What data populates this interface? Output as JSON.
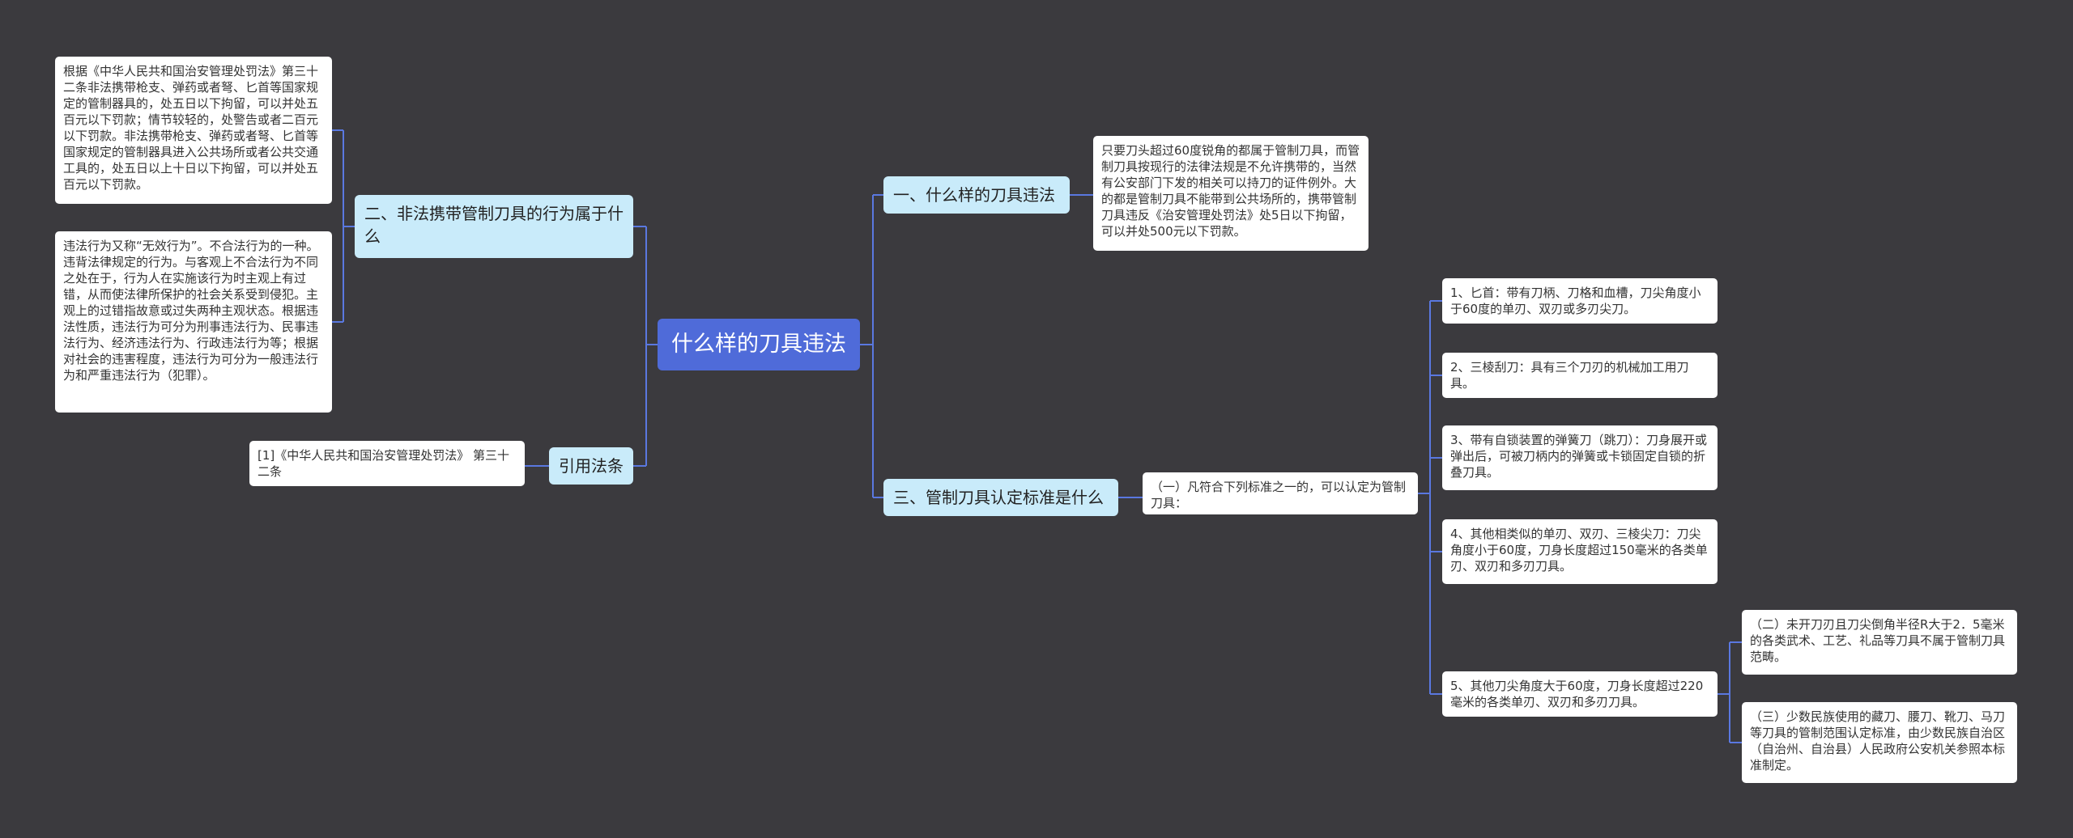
{
  "mindmap": {
    "root": "什么样的刀具违法",
    "topic1": "一、什么样的刀具违法",
    "topic2": "二、非法携带管制刀具的行为属于什么",
    "topic3": "三、管制刀具认定标准是什么",
    "topic_ref": "引用法条",
    "t1_leaf": "只要刀头超过60度锐角的都属于管制刀具，而管制刀具按现行的法律法规是不允许携带的，当然有公安部门下发的相关可以持刀的证件例外。大的都是管制刀具不能带到公共场所的，携带管制刀具违反《治安管理处罚法》处5日以下拘留，可以并处500元以下罚款。",
    "t3_sub": "（一）凡符合下列标准之一的，可以认定为管制刀具：",
    "t3_items": [
      "1、匕首：带有刀柄、刀格和血槽，刀尖角度小于60度的单刃、双刃或多刃尖刀。",
      "2、三棱刮刀：具有三个刀刃的机械加工用刀具。",
      "3、带有自锁装置的弹簧刀（跳刀）：刀身展开或弹出后，可被刀柄内的弹簧或卡锁固定自锁的折叠刀具。",
      "4、其他相类似的单刃、双刃、三棱尖刀：刀尖角度小于60度，刀身长度超过150毫米的各类单刃、双刃和多刃刀具。",
      "5、其他刀尖角度大于60度，刀身长度超过220毫米的各类单刃、双刃和多刃刀具。"
    ],
    "t3_sub_items": [
      "（二）未开刀刃且刀尖倒角半径R大于2．5毫米的各类武术、工艺、礼品等刀具不属于管制刀具范畴。",
      "（三）少数民族使用的藏刀、腰刀、靴刀、马刀等刀具的管制范围认定标准，由少数民族自治区（自治州、自治县）人民政府公安机关参照本标准制定。"
    ],
    "t2_leaf1": "根据《中华人民共和国治安管理处罚法》第三十二条非法携带枪支、弹药或者弩、匕首等国家规定的管制器具的，处五日以下拘留，可以并处五百元以下罚款；情节较轻的，处警告或者二百元以下罚款。非法携带枪支、弹药或者弩、匕首等国家规定的管制器具进入公共场所或者公共交通工具的，处五日以上十日以下拘留，可以并处五百元以下罚款。",
    "t2_leaf2": "违法行为又称“无效行为”。不合法行为的一种。违背法律规定的行为。与客观上不合法行为不同之处在于，行为人在实施该行为时主观上有过错，从而使法律所保护的社会关系受到侵犯。主观上的过错指故意或过失两种主观状态。根据违法性质，违法行为可分为刑事违法行为、民事违法行为、经济违法行为、行政违法行为等；根据对社会的违害程度，违法行为可分为一般违法行为和严重违法行为（犯罪）。",
    "ref_leaf": "[1]《中华人民共和国治安管理处罚法》 第三十二条"
  },
  "colors": {
    "background": "#3b3a3e",
    "root": "#4f6bd9",
    "topic": "#c9ebfa",
    "leaf": "#ffffff",
    "connector": "#5a78e0"
  }
}
